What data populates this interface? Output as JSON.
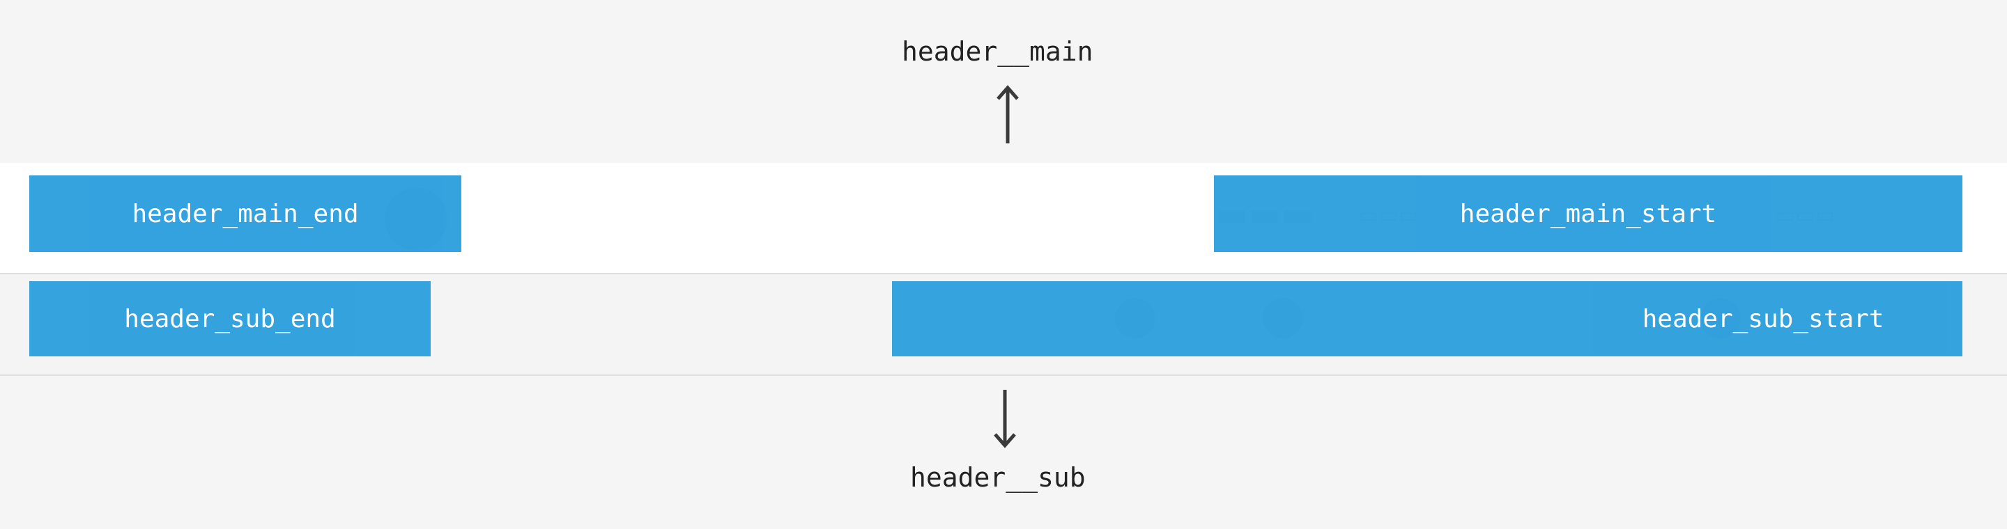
{
  "labels": {
    "header_main": "header__main",
    "header_sub": "header__sub"
  },
  "regions": {
    "main_end": "header_main_end",
    "main_start": "header_main_start",
    "sub_end": "header_sub_end",
    "sub_start": "header_sub_start"
  },
  "colors": {
    "region_fill": "#2c9fdd",
    "arrow": "#3a3a3a",
    "main_row_bg": "#ffffff",
    "sub_row_bg": "#f4f4f4",
    "page_bg": "#f5f5f5"
  },
  "icons": {
    "up": "arrow-up-icon",
    "down": "arrow-down-icon"
  }
}
